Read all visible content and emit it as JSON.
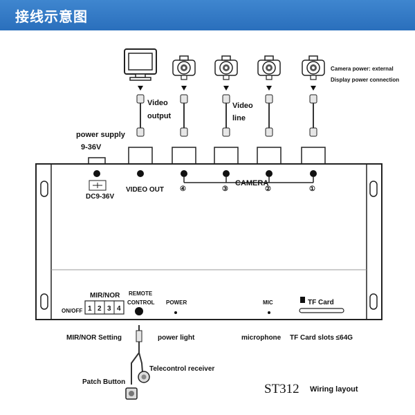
{
  "header": {
    "title": "接线示意图"
  },
  "top_labels": {
    "power_supply": "power supply",
    "voltage": "9-36V",
    "video_output_1": "Video",
    "video_output_2": "output",
    "video_line_1": "Video",
    "video_line_2": "line",
    "camera_power": "Camera power: external",
    "display_power": "Display power connection"
  },
  "device_front": {
    "dc_label": "DC9-36V",
    "video_out": "VIDEO OUT",
    "camera": "CAMERA",
    "camera_ports": [
      "④",
      "③",
      "②",
      "①"
    ]
  },
  "device_bottom": {
    "mir_nor": "MIR/NOR",
    "on_off": "ON/OFF",
    "switches": [
      "1",
      "2",
      "3",
      "4"
    ],
    "remote_1": "REMOTE",
    "remote_2": "CONTROL",
    "power": "POWER",
    "mic": "MIC",
    "tf_card": "TF Card"
  },
  "bottom_labels": {
    "mir_nor_setting": "MIR/NOR Setting",
    "power_light": "power light",
    "microphone": "microphone",
    "tf_slots": "TF Card slots ≤64G",
    "telecontrol": "Telecontrol receiver",
    "patch_button": "Patch Button",
    "model": "ST312",
    "wiring_layout": "Wiring layout"
  }
}
